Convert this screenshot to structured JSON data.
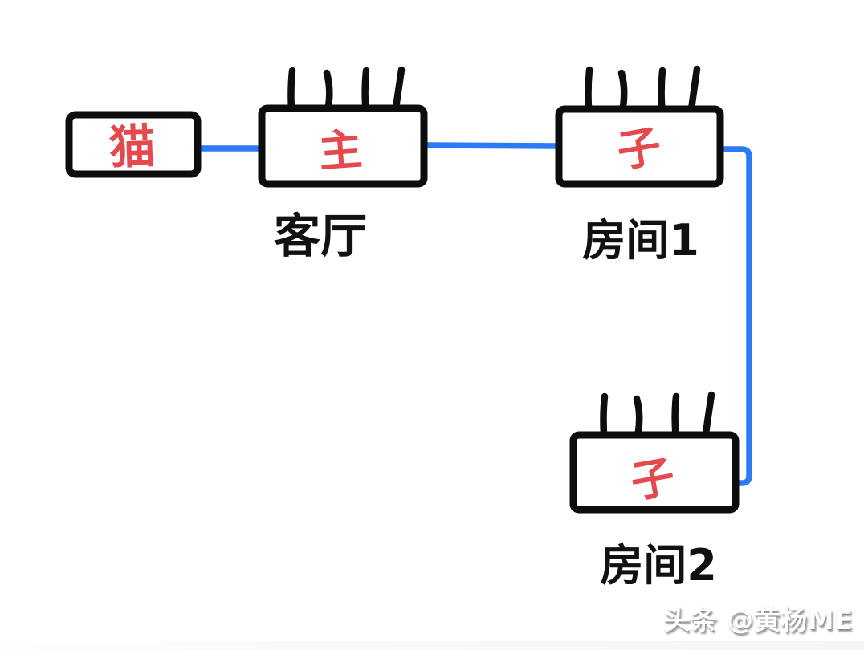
{
  "page": {
    "background": "#ffffff"
  },
  "diagram": {
    "description_type": "hand-drawn home mesh wifi network topology",
    "colors": {
      "cable": "#2b7af6",
      "box_border": "#0d0d0d",
      "device_label": "#e5484d",
      "room_label": "#111111"
    },
    "nodes": [
      {
        "id": "modem",
        "device_label": "猫",
        "room_label": "",
        "antenna_count": 0
      },
      {
        "id": "main-router",
        "device_label": "主",
        "room_label": "客厅",
        "antenna_count": 4
      },
      {
        "id": "sub-router-1",
        "device_label": "子",
        "room_label": "房间1",
        "antenna_count": 4
      },
      {
        "id": "sub-router-2",
        "device_label": "子",
        "room_label": "房间2",
        "antenna_count": 4
      }
    ],
    "connections": [
      {
        "from": "modem",
        "to": "main-router",
        "type": "wired-cable"
      },
      {
        "from": "main-router",
        "to": "sub-router-1",
        "type": "wired-cable"
      },
      {
        "from": "sub-router-1",
        "to": "sub-router-2",
        "type": "wired-cable"
      }
    ]
  },
  "watermark": {
    "text": "头条 @黄杨ME"
  }
}
